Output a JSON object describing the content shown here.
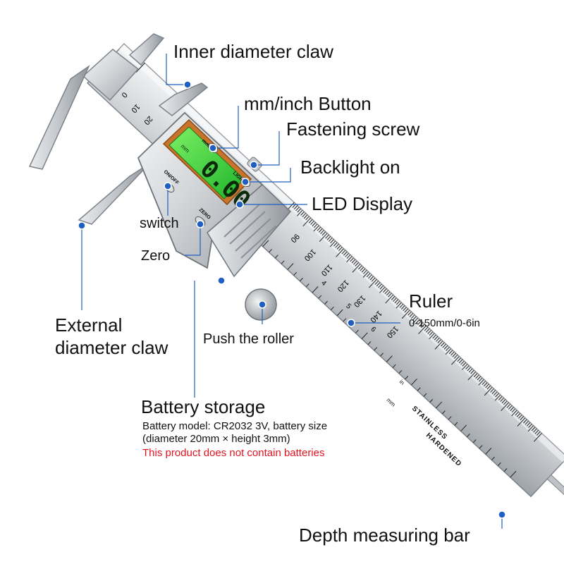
{
  "labels": {
    "inner_claw": "Inner diameter claw",
    "mm_inch": "mm/inch Button",
    "fastening": "Fastening screw",
    "backlight": "Backlight on",
    "led": "LED Display",
    "switch": "switch",
    "zero": "Zero",
    "ruler": "Ruler",
    "ruler_range": "0-150mm/0-6in",
    "external_line1": "External",
    "external_line2": "diameter claw",
    "push_roller": "Push the roller",
    "battery_title": "Battery storage",
    "battery_model": "Battery model: CR2032 3V, battery size",
    "battery_size": "(diameter 20mm × height 3mm)",
    "battery_note": "This product does not contain batteries",
    "depth_bar": "Depth measuring bar"
  },
  "device": {
    "display_value": "0.00",
    "display_unit": "mm",
    "button_mm_in": "mm/in",
    "button_light": "LIGHT",
    "button_onoff": "ON/OFF",
    "button_zero": "ZERO",
    "jaw_scale": [
      "0",
      "10",
      "20"
    ],
    "main_scale": [
      "90",
      "100",
      "110",
      "120",
      "130",
      "140",
      "150"
    ],
    "inch_scale": [
      "4",
      "5",
      "6"
    ],
    "unit_mm": "mm",
    "unit_in": "in",
    "stamp_1": "STAINLESS",
    "stamp_2": "HARDENED"
  },
  "colors": {
    "callout_dot": "#1f5fbf",
    "lcd": "#39d23a",
    "lcd_frame": "#c9742a",
    "warning_text": "#e0141e"
  }
}
